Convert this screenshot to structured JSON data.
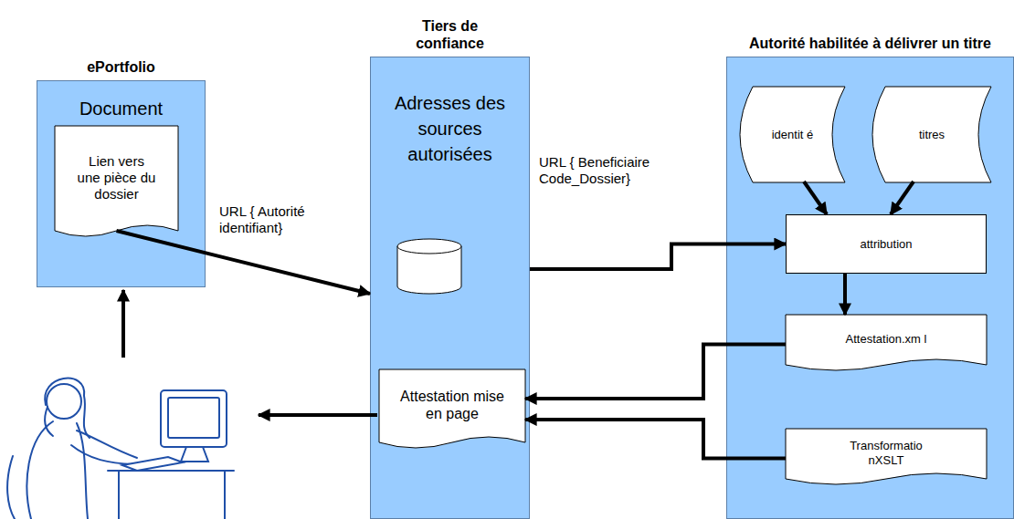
{
  "diagram": {
    "nodes": [
      {
        "text": [
          "ePortfolio",
          "Document"
        ]
      },
      {
        "text": [
          "Lien vers une pièce du dossier"
        ],
        "in": 0
      },
      {
        "text": [
          "Tiers de confiance",
          "Adresses des sources autorisées"
        ]
      },
      {
        "text": [
          "Attestation mise en page"
        ],
        "in": 2
      },
      {
        "text": [
          "Autorité habilitée à délivrer un titre"
        ]
      },
      {
        "text": [
          "identit é"
        ],
        "in": 4
      },
      {
        "text": [
          "titres"
        ],
        "in": 4
      },
      {
        "text": [
          "attribution"
        ],
        "in": 4
      },
      {
        "text": [
          "Attestation.xm l"
        ],
        "in": 4
      },
      {
        "text": [
          "Transformatio nXSLT"
        ],
        "in": 4
      }
    ],
    "edges": [
      {
        "from": 1,
        "to": 2,
        "arrow": "to",
        "label": "URL { Autorité identifiant}"
      },
      {
        "from": 2,
        "to": 7,
        "arrow": "to",
        "label": "URL { Beneficiaire Code_Dossier}"
      },
      {
        "from": 5,
        "to": 7,
        "arrow": "to"
      },
      {
        "from": 6,
        "to": 7,
        "arrow": "to"
      },
      {
        "from": 7,
        "to": 8,
        "arrow": "to"
      },
      {
        "from": 8,
        "to": 3,
        "arrow": "to"
      },
      {
        "from": 9,
        "to": 3,
        "arrow": "to"
      }
    ]
  }
}
